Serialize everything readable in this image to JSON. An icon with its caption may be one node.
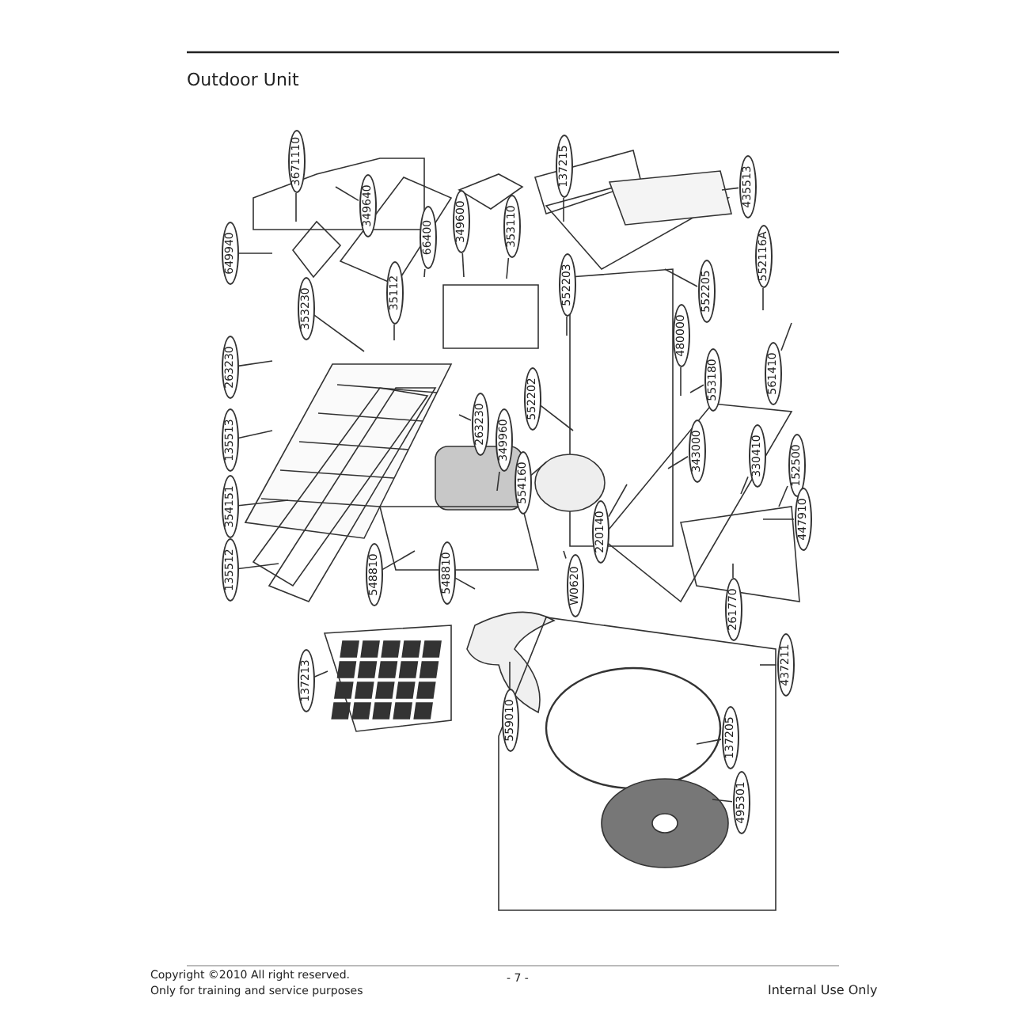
{
  "diagram": {
    "title": "Outdoor Unit",
    "nodes": [
      {
        "text": [
          "3671110"
        ]
      },
      {
        "text": [
          "649940"
        ]
      },
      {
        "text": [
          "349640"
        ]
      },
      {
        "text": [
          "35112"
        ]
      },
      {
        "text": [
          "263230"
        ]
      },
      {
        "text": [
          "353230"
        ]
      },
      {
        "text": [
          "66400"
        ]
      },
      {
        "text": [
          "349600"
        ]
      },
      {
        "text": [
          "353110"
        ]
      },
      {
        "text": [
          "137215"
        ]
      },
      {
        "text": [
          "435513"
        ]
      },
      {
        "text": [
          "552203"
        ]
      },
      {
        "text": [
          "552205"
        ]
      },
      {
        "text": [
          "552116A"
        ]
      },
      {
        "text": [
          "480000"
        ]
      },
      {
        "text": [
          "553180"
        ]
      },
      {
        "text": [
          "561410"
        ]
      },
      {
        "text": [
          "552202"
        ]
      },
      {
        "text": [
          "263230"
        ]
      },
      {
        "text": [
          "349960"
        ]
      },
      {
        "text": [
          "554160"
        ]
      },
      {
        "text": [
          "135513"
        ]
      },
      {
        "text": [
          "354151"
        ]
      },
      {
        "text": [
          "135512"
        ]
      },
      {
        "text": [
          "548810"
        ]
      },
      {
        "text": [
          "548810"
        ]
      },
      {
        "text": [
          "137213"
        ]
      },
      {
        "text": [
          "559010"
        ]
      },
      {
        "text": [
          "W0620"
        ]
      },
      {
        "text": [
          "220140"
        ]
      },
      {
        "text": [
          "343000"
        ]
      },
      {
        "text": [
          "330410"
        ]
      },
      {
        "text": [
          "152500"
        ]
      },
      {
        "text": [
          "447910"
        ]
      },
      {
        "text": [
          "261770"
        ]
      },
      {
        "text": [
          "437211"
        ]
      },
      {
        "text": [
          "137205"
        ]
      },
      {
        "text": [
          "495301"
        ]
      }
    ],
    "edges": [
      {
        "from": 0,
        "to": null,
        "arrow": "none"
      },
      {
        "from": 1,
        "to": null,
        "arrow": "none"
      },
      {
        "from": 2,
        "to": null,
        "arrow": "none"
      },
      {
        "from": 3,
        "to": null,
        "arrow": "none"
      },
      {
        "from": 4,
        "to": null,
        "arrow": "none"
      },
      {
        "from": 5,
        "to": null,
        "arrow": "none"
      },
      {
        "from": 6,
        "to": null,
        "arrow": "none"
      },
      {
        "from": 7,
        "to": null,
        "arrow": "none"
      },
      {
        "from": 8,
        "to": null,
        "arrow": "none"
      },
      {
        "from": 9,
        "to": null,
        "arrow": "none"
      },
      {
        "from": 10,
        "to": null,
        "arrow": "none"
      },
      {
        "from": 11,
        "to": null,
        "arrow": "none"
      },
      {
        "from": 12,
        "to": null,
        "arrow": "none"
      },
      {
        "from": 13,
        "to": null,
        "arrow": "none"
      },
      {
        "from": 14,
        "to": null,
        "arrow": "none"
      },
      {
        "from": 15,
        "to": null,
        "arrow": "none"
      },
      {
        "from": 16,
        "to": null,
        "arrow": "none"
      },
      {
        "from": 17,
        "to": null,
        "arrow": "none"
      },
      {
        "from": 18,
        "to": null,
        "arrow": "none"
      },
      {
        "from": 19,
        "to": null,
        "arrow": "none"
      },
      {
        "from": 20,
        "to": null,
        "arrow": "none"
      },
      {
        "from": 21,
        "to": null,
        "arrow": "none"
      },
      {
        "from": 22,
        "to": null,
        "arrow": "none"
      },
      {
        "from": 23,
        "to": null,
        "arrow": "none"
      },
      {
        "from": 24,
        "to": null,
        "arrow": "none"
      },
      {
        "from": 25,
        "to": null,
        "arrow": "none"
      },
      {
        "from": 26,
        "to": null,
        "arrow": "none"
      },
      {
        "from": 27,
        "to": null,
        "arrow": "none"
      },
      {
        "from": 28,
        "to": null,
        "arrow": "none"
      },
      {
        "from": 29,
        "to": null,
        "arrow": "none"
      },
      {
        "from": 30,
        "to": null,
        "arrow": "none"
      },
      {
        "from": 31,
        "to": null,
        "arrow": "none"
      },
      {
        "from": 32,
        "to": null,
        "arrow": "none"
      },
      {
        "from": 33,
        "to": null,
        "arrow": "none"
      },
      {
        "from": 34,
        "to": null,
        "arrow": "none"
      },
      {
        "from": 35,
        "to": null,
        "arrow": "none"
      },
      {
        "from": 36,
        "to": null,
        "arrow": "none"
      },
      {
        "from": 37,
        "to": null,
        "arrow": "none"
      }
    ],
    "labels": [
      "Copyright ©2010 All right reserved.",
      "Only for training and service purposes",
      "- 7 -",
      "Internal Use Only"
    ]
  }
}
